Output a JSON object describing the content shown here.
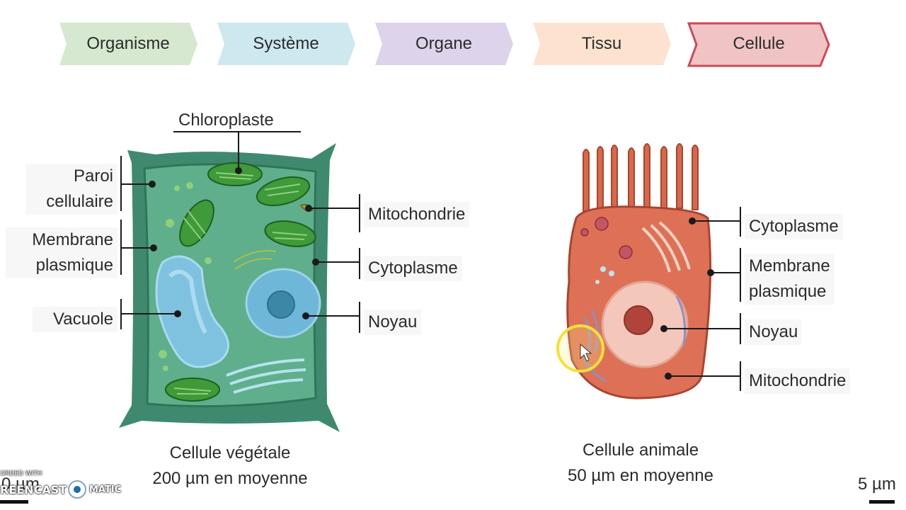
{
  "breadcrumb": {
    "items": [
      {
        "label": "Organisme",
        "color": "#d6e8cf"
      },
      {
        "label": "Système",
        "color": "#cde8ee"
      },
      {
        "label": "Organe",
        "color": "#ddd3ea"
      },
      {
        "label": "Tissu",
        "color": "#fde3cf"
      },
      {
        "label": "Cellule",
        "color": "#f0c4c4",
        "border": "#c94c57",
        "active": true
      }
    ]
  },
  "plant_cell": {
    "labels": {
      "chloroplaste": "Chloroplaste",
      "paroi": "Paroi\ncellulaire",
      "membrane": "Membrane\nplasmique",
      "vacuole": "Vacuole",
      "mitochondrie": "Mitochondrie",
      "cytoplasme": "Cytoplasme",
      "noyau": "Noyau"
    },
    "caption_line1": "Cellule végétale",
    "caption_line2": "200 µm en moyenne",
    "scale_label": "0 µm"
  },
  "animal_cell": {
    "labels": {
      "cytoplasme": "Cytoplasme",
      "membrane": "Membrane\nplasmique",
      "noyau": "Noyau",
      "mitochondrie": "Mitochondrie"
    },
    "caption_line1": "Cellule animale",
    "caption_line2": "50 µm en moyenne",
    "scale_label": "5 µm"
  },
  "watermark": {
    "line1": "ORDED WITH",
    "line2": "REENCAST",
    "line3": "MATIC"
  }
}
